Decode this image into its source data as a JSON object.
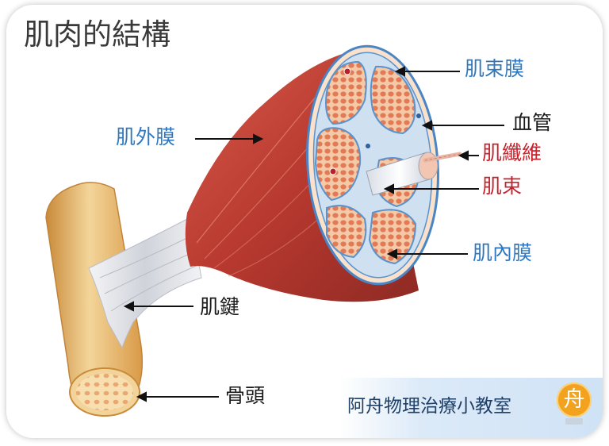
{
  "title": "肌肉的結構",
  "labels": {
    "fascicle_membrane": "肌束膜",
    "blood_vessel": "血管",
    "muscle_fiber": "肌纖維",
    "fascicle": "肌束",
    "epimysium": "肌外膜",
    "endomysium": "肌內膜",
    "tendon": "肌鍵",
    "bone": "骨頭"
  },
  "watermark": {
    "text": "阿舟物理治療小教室",
    "logo_char": "舟"
  },
  "colors": {
    "label_blue": "#2e78c0",
    "label_red": "#c8222c",
    "label_dark": "#1a1a1a",
    "muscle": "#c0463a",
    "bone": "#e8b868",
    "logo": "#f3a21e"
  }
}
